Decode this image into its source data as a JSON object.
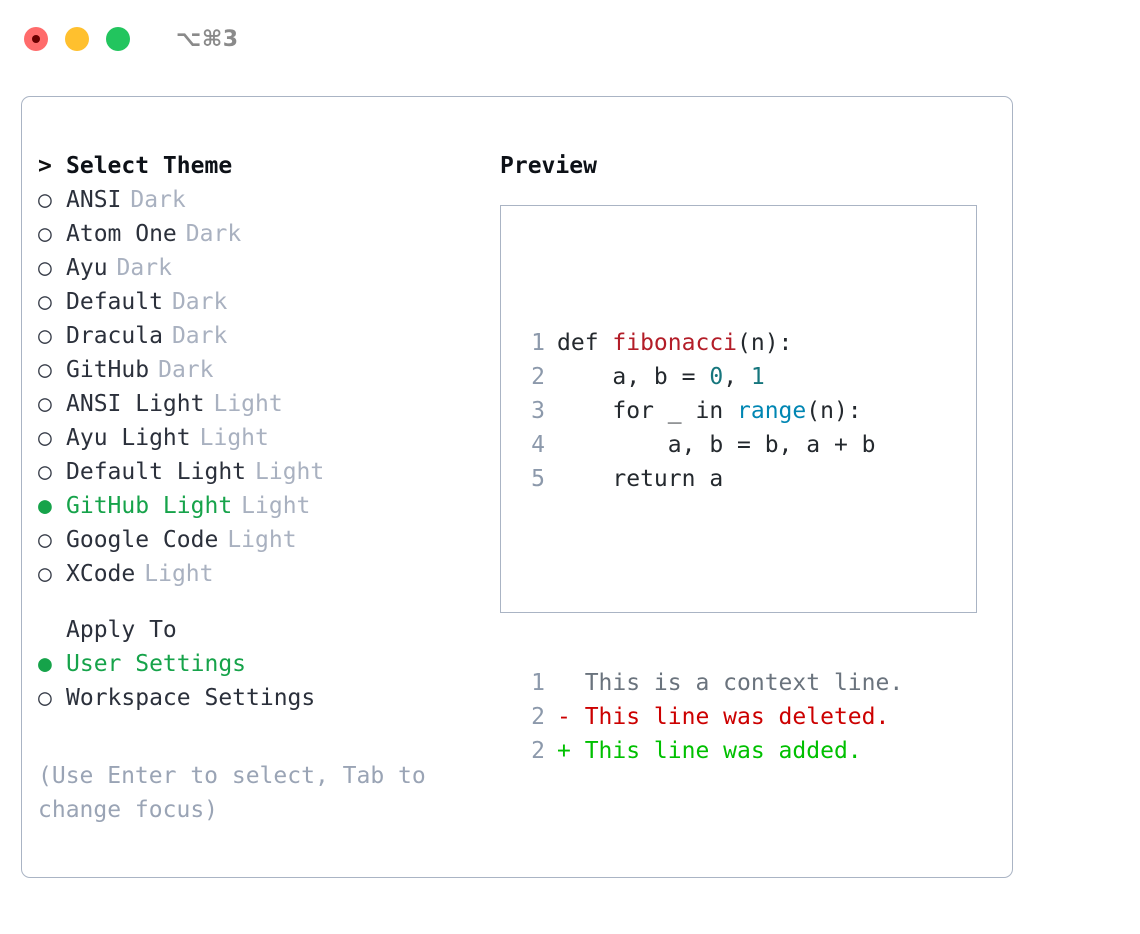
{
  "titlebar": {
    "shortcut": "⌥⌘3",
    "lights": [
      {
        "name": "close",
        "color": "#ff6b6b"
      },
      {
        "name": "minimize",
        "color": "#ffc02e"
      },
      {
        "name": "maximize",
        "color": "#22c55e"
      }
    ]
  },
  "theme_picker": {
    "prompt": ">",
    "header": "Select Theme",
    "marker_unselected": "○",
    "marker_selected": "●",
    "selected_color": "#16a34a",
    "items": [
      {
        "name": "ANSI",
        "variant": "Dark",
        "selected": false
      },
      {
        "name": "Atom One",
        "variant": "Dark",
        "selected": false
      },
      {
        "name": "Ayu",
        "variant": "Dark",
        "selected": false
      },
      {
        "name": "Default",
        "variant": "Dark",
        "selected": false
      },
      {
        "name": "Dracula",
        "variant": "Dark",
        "selected": false
      },
      {
        "name": "GitHub",
        "variant": "Dark",
        "selected": false
      },
      {
        "name": "ANSI Light",
        "variant": "Light",
        "selected": false
      },
      {
        "name": "Ayu Light",
        "variant": "Light",
        "selected": false
      },
      {
        "name": "Default Light",
        "variant": "Light",
        "selected": false
      },
      {
        "name": "GitHub Light",
        "variant": "Light",
        "selected": true
      },
      {
        "name": "Google Code",
        "variant": "Light",
        "selected": false
      },
      {
        "name": "XCode",
        "variant": "Light",
        "selected": false
      }
    ]
  },
  "apply_to": {
    "header": "Apply To",
    "options": [
      {
        "label": "User Settings",
        "selected": true
      },
      {
        "label": "Workspace Settings",
        "selected": false
      }
    ]
  },
  "hint": "(Use Enter to select, Tab to change focus)",
  "preview": {
    "title": "Preview",
    "code_lines": [
      {
        "n": "1",
        "segments": [
          {
            "t": "def ",
            "cls": "ctext"
          },
          {
            "t": "fibonacci",
            "cls": "tok-fn"
          },
          {
            "t": "(n):",
            "cls": "ctext"
          }
        ]
      },
      {
        "n": "2",
        "segments": [
          {
            "t": "    a, b = ",
            "cls": "ctext"
          },
          {
            "t": "0",
            "cls": "tok-num"
          },
          {
            "t": ", ",
            "cls": "ctext"
          },
          {
            "t": "1",
            "cls": "tok-num"
          }
        ]
      },
      {
        "n": "3",
        "segments": [
          {
            "t": "    for _ in ",
            "cls": "ctext"
          },
          {
            "t": "range",
            "cls": "tok-call"
          },
          {
            "t": "(n):",
            "cls": "ctext"
          }
        ]
      },
      {
        "n": "4",
        "segments": [
          {
            "t": "        a, b = b, a + b",
            "cls": "ctext"
          }
        ]
      },
      {
        "n": "5",
        "segments": [
          {
            "t": "    return a",
            "cls": "ctext"
          }
        ]
      }
    ],
    "diff_lines": [
      {
        "n": "1",
        "segments": [
          {
            "t": "  This is a context line.",
            "cls": "tok-ctx"
          }
        ]
      },
      {
        "n": "2",
        "segments": [
          {
            "t": "- This line was deleted.",
            "cls": "tok-del"
          }
        ]
      },
      {
        "n": "2",
        "segments": [
          {
            "t": "+ This line was added.",
            "cls": "tok-add"
          }
        ]
      }
    ]
  }
}
